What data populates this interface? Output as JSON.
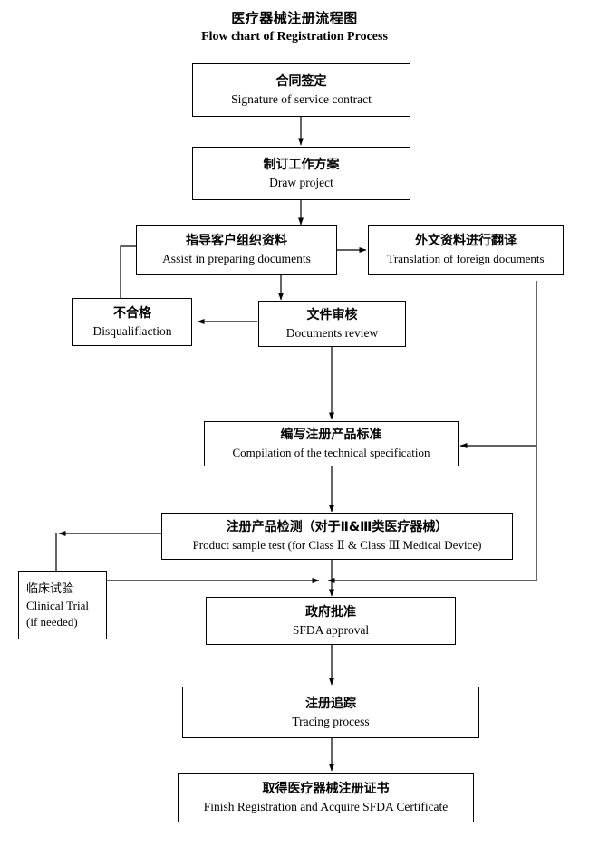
{
  "title": {
    "cn": "医疗器械注册流程图",
    "en": "Flow chart of Registration Process"
  },
  "nodes": {
    "contract": {
      "cn": "合同签定",
      "en": "Signature of service contract"
    },
    "draw": {
      "cn": "制订工作方案",
      "en": "Draw project"
    },
    "assist": {
      "cn": "指导客户组织资料",
      "en": "Assist in preparing documents"
    },
    "translation": {
      "cn": "外文资料进行翻译",
      "en": "Translation of foreign documents"
    },
    "disqualify": {
      "cn": "不合格",
      "en": "Disqualiflaction"
    },
    "review": {
      "cn": "文件审核",
      "en": "Documents review"
    },
    "compilation": {
      "cn": "编写注册产品标准",
      "en": "Compilation of the technical specification"
    },
    "sampletest": {
      "cn": "注册产品检测（对于Ⅱ&Ⅲ类医疗器械）",
      "en": "Product sample test (for Class  Ⅱ & Class  Ⅲ  Medical Device)"
    },
    "clinical": {
      "cn": "临床试验",
      "en": "Clinical Trial",
      "note": "(if needed)"
    },
    "approval": {
      "cn": "政府批准",
      "en": "SFDA approval"
    },
    "tracing": {
      "cn": "注册追踪",
      "en": "Tracing process"
    },
    "finish": {
      "cn": "取得医疗器械注册证书",
      "en": "Finish Registration and Acquire SFDA Certificate"
    }
  },
  "colors": {
    "border": "#000000",
    "background": "#ffffff",
    "text": "#000000",
    "edge": "#000000"
  },
  "chart_data": {
    "type": "flowchart",
    "title": "医疗器械注册流程图 / Flow chart of Registration Process",
    "nodes": [
      {
        "id": "contract",
        "label_cn": "合同签定",
        "label_en": "Signature of service contract"
      },
      {
        "id": "draw",
        "label_cn": "制订工作方案",
        "label_en": "Draw project"
      },
      {
        "id": "assist",
        "label_cn": "指导客户组织资料",
        "label_en": "Assist in preparing documents"
      },
      {
        "id": "translation",
        "label_cn": "外文资料进行翻译",
        "label_en": "Translation of foreign documents"
      },
      {
        "id": "disqualify",
        "label_cn": "不合格",
        "label_en": "Disqualiflaction"
      },
      {
        "id": "review",
        "label_cn": "文件审核",
        "label_en": "Documents review"
      },
      {
        "id": "compilation",
        "label_cn": "编写注册产品标准",
        "label_en": "Compilation of the technical specification"
      },
      {
        "id": "sampletest",
        "label_cn": "注册产品检测（对于Ⅱ&Ⅲ类医疗器械）",
        "label_en": "Product sample test (for Class  Ⅱ & Class  Ⅲ  Medical Device)"
      },
      {
        "id": "clinical",
        "label_cn": "临床试验",
        "label_en": "Clinical Trial (if needed)"
      },
      {
        "id": "approval",
        "label_cn": "政府批准",
        "label_en": "SFDA approval"
      },
      {
        "id": "tracing",
        "label_cn": "注册追踪",
        "label_en": "Tracing process"
      },
      {
        "id": "finish",
        "label_cn": "取得医疗器械注册证书",
        "label_en": "Finish Registration and Acquire SFDA Certificate"
      }
    ],
    "edges": [
      {
        "from": "contract",
        "to": "draw"
      },
      {
        "from": "draw",
        "to": "assist"
      },
      {
        "from": "assist",
        "to": "translation"
      },
      {
        "from": "assist",
        "to": "review"
      },
      {
        "from": "review",
        "to": "disqualify"
      },
      {
        "from": "disqualify",
        "to": "assist"
      },
      {
        "from": "review",
        "to": "compilation"
      },
      {
        "from": "translation",
        "to": "compilation"
      },
      {
        "from": "compilation",
        "to": "sampletest"
      },
      {
        "from": "sampletest",
        "to": "clinical"
      },
      {
        "from": "sampletest",
        "to": "approval"
      },
      {
        "from": "clinical",
        "to": "approval"
      },
      {
        "from": "translation",
        "to": "approval"
      },
      {
        "from": "approval",
        "to": "tracing"
      },
      {
        "from": "tracing",
        "to": "finish"
      }
    ]
  }
}
